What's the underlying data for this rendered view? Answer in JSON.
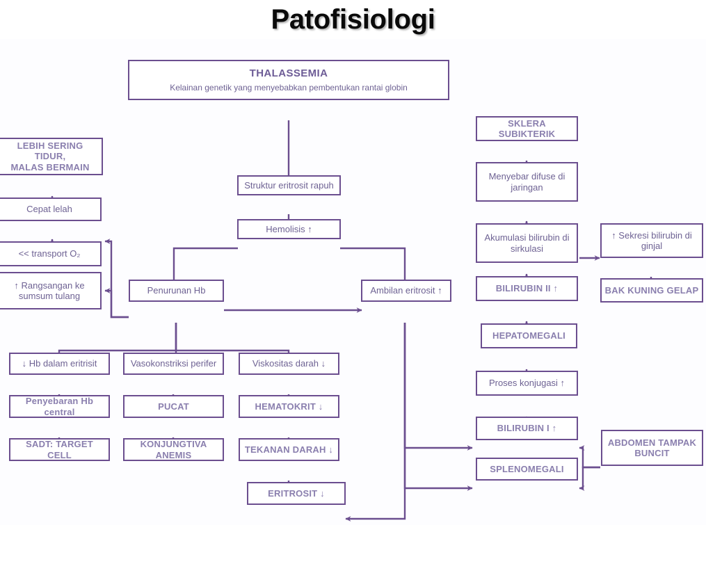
{
  "slide": {
    "title": "Patofisiologi",
    "background_color": "#ffffff",
    "accent_color": "#6b4e8f",
    "text_color": "#7b6ba0"
  },
  "diagram": {
    "type": "flowchart",
    "root": {
      "heading": "THALASSEMIA",
      "subheading": "Kelainan genetik yang menyebabkan pembentukan rantai globin"
    },
    "nodes": [
      {
        "id": "thalassemia",
        "label": "THALASSEMIA",
        "style": "bold"
      },
      {
        "id": "thalassemia_sub",
        "label": "Kelainan genetik yang menyebabkan pembentukan rantai globin",
        "style": "normal"
      },
      {
        "id": "struktur",
        "label": "Struktur eritrosit rapuh",
        "style": "normal"
      },
      {
        "id": "hemolisis",
        "label": "Hemolisis ↑",
        "style": "normal"
      },
      {
        "id": "penurunan_hb",
        "label": "Penurunan Hb",
        "style": "normal"
      },
      {
        "id": "ambilan",
        "label": "Ambilan eritrosit ↑",
        "style": "normal"
      },
      {
        "id": "transport_o2",
        "label": "<< transport O₂",
        "style": "normal"
      },
      {
        "id": "cepat_lelah",
        "label": "Cepat lelah",
        "style": "normal"
      },
      {
        "id": "lebih_sering",
        "label": "LEBIH SERING TIDUR, MALAS BERMAIN",
        "line1": "LEBIH SERING TIDUR,",
        "line2": "MALAS BERMAIN",
        "style": "bold"
      },
      {
        "id": "rangsangan",
        "label": "↑ Rangsangan ke sumsum tulang",
        "line1": "↑ Rangsangan ke",
        "line2": "sumsum tulang",
        "style": "normal"
      },
      {
        "id": "hb_dalam",
        "label": "↓ Hb dalam eritrisit",
        "style": "normal"
      },
      {
        "id": "penyebaran_hb",
        "label": "Penyebaran Hb central",
        "style": "bold"
      },
      {
        "id": "sadt",
        "label": "SADT: TARGET CELL",
        "style": "bold"
      },
      {
        "id": "vasokonstriksi",
        "label": "Vasokonstriksi perifer",
        "style": "normal"
      },
      {
        "id": "pucat",
        "label": "PUCAT",
        "style": "bold"
      },
      {
        "id": "konjungtiva",
        "label": "KONJUNGTIVA ANEMIS",
        "style": "bold"
      },
      {
        "id": "viskositas",
        "label": "Viskositas darah ↓",
        "style": "normal"
      },
      {
        "id": "hematokrit",
        "label": "HEMATOKRIT ↓",
        "style": "bold"
      },
      {
        "id": "tekanan",
        "label": "TEKANAN DARAH ↓",
        "style": "bold"
      },
      {
        "id": "eritrosit",
        "label": "ERITROSIT ↓",
        "style": "bold"
      },
      {
        "id": "sklera",
        "label": "SKLERA SUBIKTERIK",
        "style": "bold"
      },
      {
        "id": "menyebar",
        "label": "Menyebar difuse di jaringan",
        "line1": "Menyebar difuse di",
        "line2": "jaringan",
        "style": "normal"
      },
      {
        "id": "akumulasi",
        "label": "Akumulasi bilirubin di sirkulasi",
        "line1": "Akumulasi bilirubin di",
        "line2": "sirkulasi",
        "style": "normal"
      },
      {
        "id": "sekresi",
        "label": "↑ Sekresi bilirubin di ginjal",
        "line1": "↑ Sekresi bilirubin di",
        "line2": "ginjal",
        "style": "normal"
      },
      {
        "id": "bak_kuning",
        "label": "BAK KUNING GELAP",
        "style": "bold"
      },
      {
        "id": "bilirubin2",
        "label": "BILIRUBIN II ↑",
        "style": "bold"
      },
      {
        "id": "hepatomegali",
        "label": "HEPATOMEGALI",
        "style": "bold"
      },
      {
        "id": "proses_konjugasi",
        "label": "Proses konjugasi ↑",
        "style": "normal"
      },
      {
        "id": "bilirubin1",
        "label": "BILIRUBIN I ↑",
        "style": "bold"
      },
      {
        "id": "splenomegali",
        "label": "SPLENOMEGALI",
        "style": "bold"
      },
      {
        "id": "abdomen",
        "label": "ABDOMEN TAMPAK BUNCIT",
        "line1": "ABDOMEN TAMPAK",
        "line2": "BUNCIT",
        "style": "bold"
      }
    ],
    "edges": [
      {
        "from": "thalassemia",
        "to": "struktur"
      },
      {
        "from": "struktur",
        "to": "hemolisis"
      },
      {
        "from": "hemolisis",
        "to": "penurunan_hb"
      },
      {
        "from": "hemolisis",
        "to": "ambilan"
      },
      {
        "from": "penurunan_hb",
        "to": "ambilan"
      },
      {
        "from": "penurunan_hb",
        "to": "transport_o2"
      },
      {
        "from": "penurunan_hb",
        "to": "rangsangan"
      },
      {
        "from": "transport_o2",
        "to": "cepat_lelah"
      },
      {
        "from": "cepat_lelah",
        "to": "lebih_sering"
      },
      {
        "from": "penurunan_hb",
        "to": "hb_dalam"
      },
      {
        "from": "penurunan_hb",
        "to": "vasokonstriksi"
      },
      {
        "from": "penurunan_hb",
        "to": "viskositas"
      },
      {
        "from": "hb_dalam",
        "to": "penyebaran_hb"
      },
      {
        "from": "penyebaran_hb",
        "to": "sadt"
      },
      {
        "from": "vasokonstriksi",
        "to": "pucat"
      },
      {
        "from": "pucat",
        "to": "konjungtiva"
      },
      {
        "from": "viskositas",
        "to": "hematokrit"
      },
      {
        "from": "hematokrit",
        "to": "tekanan"
      },
      {
        "from": "tekanan",
        "to": "eritrosit"
      },
      {
        "from": "ambilan",
        "to": "eritrosit"
      },
      {
        "from": "ambilan",
        "to": "bilirubin1"
      },
      {
        "from": "ambilan",
        "to": "splenomegali"
      },
      {
        "from": "bilirubin1",
        "to": "proses_konjugasi"
      },
      {
        "from": "proses_konjugasi",
        "to": "hepatomegali"
      },
      {
        "from": "hepatomegali",
        "to": "bilirubin2"
      },
      {
        "from": "bilirubin2",
        "to": "akumulasi"
      },
      {
        "from": "akumulasi",
        "to": "menyebar"
      },
      {
        "from": "menyebar",
        "to": "sklera"
      },
      {
        "from": "akumulasi",
        "to": "sekresi"
      },
      {
        "from": "sekresi",
        "to": "bak_kuning"
      },
      {
        "from": "abdomen",
        "to": "bilirubin1"
      },
      {
        "from": "abdomen",
        "to": "splenomegali"
      }
    ]
  }
}
